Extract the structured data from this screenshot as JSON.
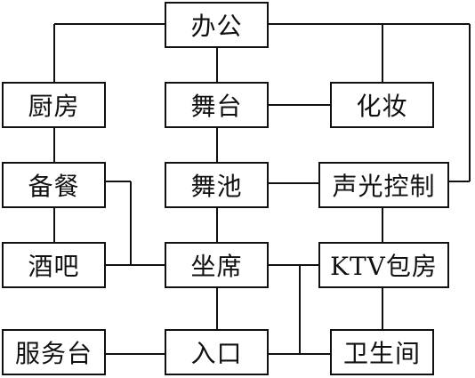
{
  "nodes": {
    "bangong": "办公",
    "chufang": "厨房",
    "wutai": "舞台",
    "huazhuang": "化妆",
    "beican": "备餐",
    "wuchi": "舞池",
    "shengguang": "声光控制",
    "jiuba": "酒吧",
    "zuoxi": "坐席",
    "ktv": "KTV包房",
    "fuwutai": "服务台",
    "rukou": "入口",
    "weisheng": "卫生间"
  },
  "edges": [
    [
      "办公",
      "厨房"
    ],
    [
      "办公",
      "舞台"
    ],
    [
      "办公",
      "化妆"
    ],
    [
      "办公",
      "声光控制"
    ],
    [
      "舞台",
      "化妆"
    ],
    [
      "舞台",
      "舞池"
    ],
    [
      "厨房",
      "备餐"
    ],
    [
      "备餐",
      "酒吧"
    ],
    [
      "备餐",
      "坐席"
    ],
    [
      "舞池",
      "声光控制"
    ],
    [
      "舞池",
      "坐席"
    ],
    [
      "声光控制",
      "KTV包房"
    ],
    [
      "酒吧",
      "坐席"
    ],
    [
      "坐席",
      "KTV包房"
    ],
    [
      "坐席",
      "入口"
    ],
    [
      "坐席",
      "卫生间"
    ],
    [
      "KTV包房",
      "卫生间"
    ],
    [
      "入口",
      "服务台"
    ],
    [
      "入口",
      "卫生间"
    ]
  ]
}
